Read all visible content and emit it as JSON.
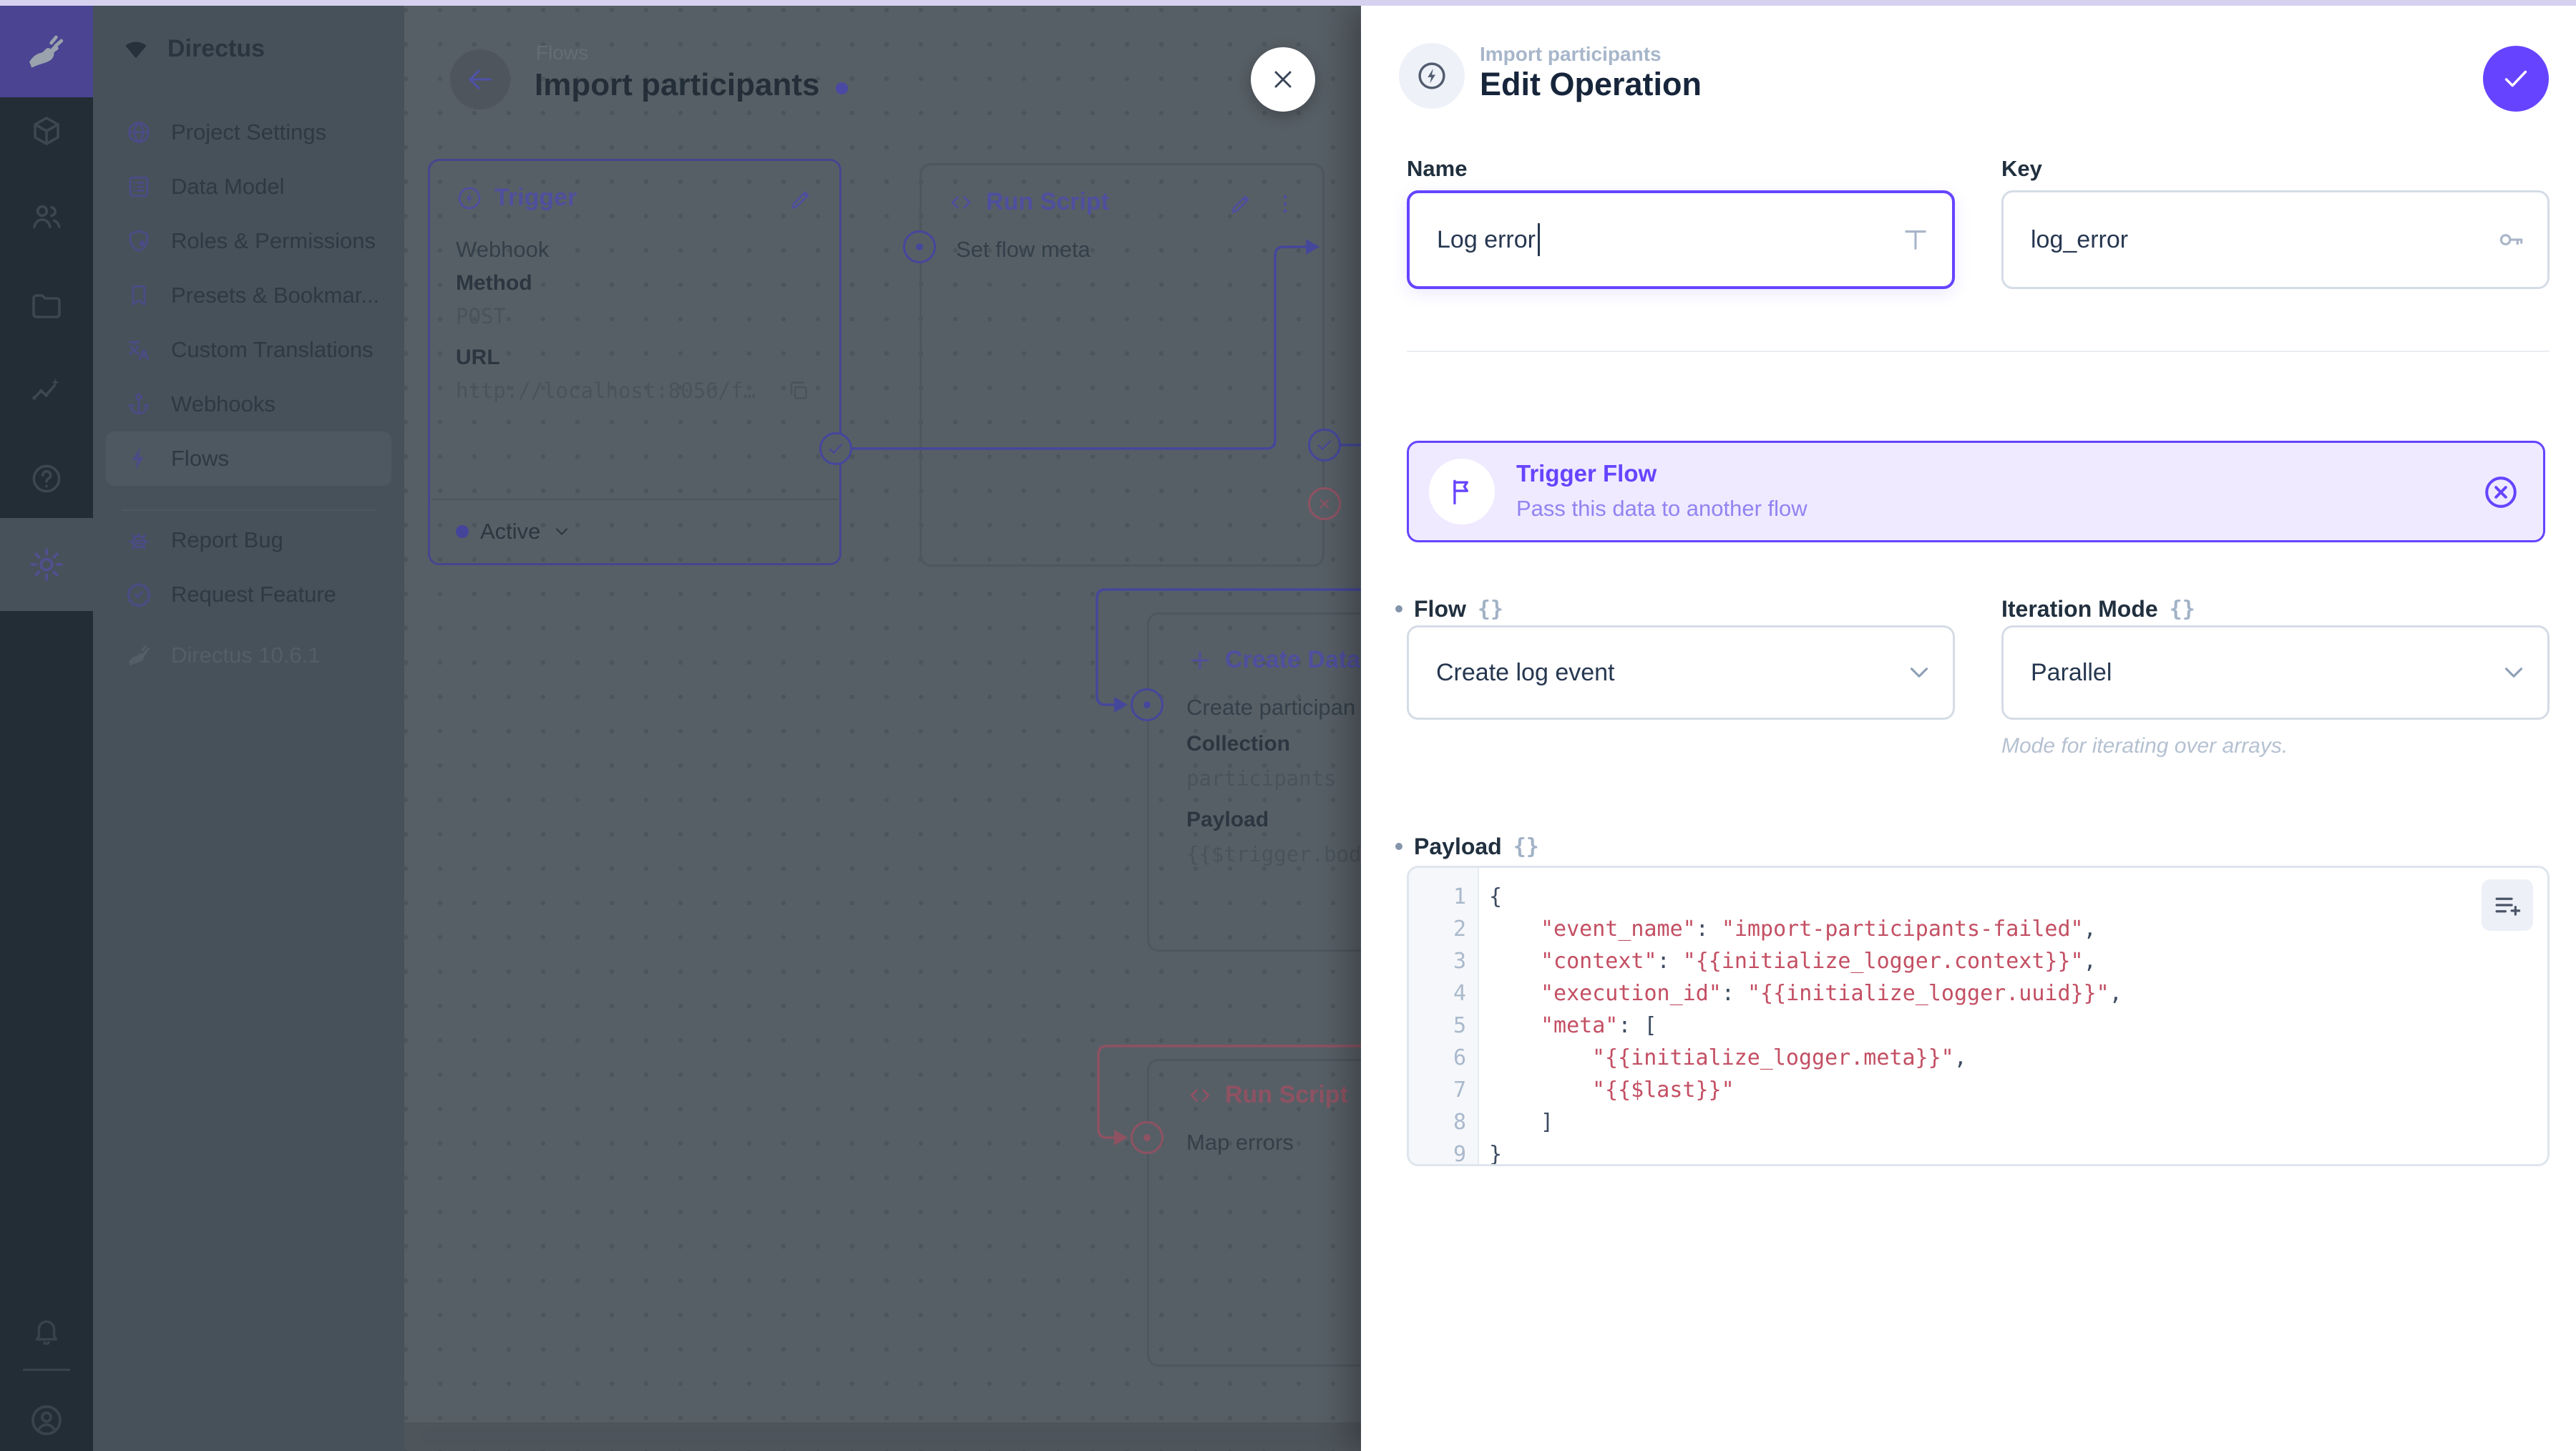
{
  "colors": {
    "accent": "#6644ff",
    "accent_strip": "#d7d1f0",
    "code_string": "#c34f63",
    "resolve_path_dim": "#45479b",
    "reject_path_dim": "#8e5262"
  },
  "module_bar": {
    "logo_icon": "directus-logo-icon",
    "top_icons": [
      "box-icon",
      "people-icon",
      "folder-icon",
      "insights-icon",
      "help-icon"
    ],
    "settings_icon": "gear-icon",
    "bell_icon": "bell-icon",
    "avatar_icon": "user-avatar-icon"
  },
  "sidebar": {
    "project_name": "Directus",
    "status_icon": "wifi-icon",
    "items": [
      {
        "label": "Project Settings",
        "icon": "globe-icon",
        "active": false
      },
      {
        "label": "Data Model",
        "icon": "data-model-icon",
        "active": false
      },
      {
        "label": "Roles & Permissions",
        "icon": "shield-icon",
        "active": false
      },
      {
        "label": "Presets & Bookmar...",
        "icon": "bookmark-icon",
        "active": false
      },
      {
        "label": "Custom Translations",
        "icon": "translate-icon",
        "active": false
      },
      {
        "label": "Webhooks",
        "icon": "anchor-icon",
        "active": false
      },
      {
        "label": "Flows",
        "icon": "bolt-icon",
        "active": true
      }
    ],
    "footer_items": [
      {
        "label": "Report Bug",
        "icon": "bug-icon"
      },
      {
        "label": "Request Feature",
        "icon": "verified-icon"
      }
    ],
    "version": "Directus 10.6.1"
  },
  "canvas": {
    "breadcrumb": "Flows",
    "title": "Import participants",
    "trigger_node": {
      "header": "Trigger",
      "type_label": "Webhook",
      "method_label": "Method",
      "method_value": "POST",
      "url_label": "URL",
      "url_value": "http://localhost:8056/f…",
      "status_label": "Active"
    },
    "run_script_node": {
      "header": "Run Script",
      "name": "Set flow meta"
    },
    "create_data_node": {
      "header": "Create Data",
      "name": "Create participan",
      "collection_label": "Collection",
      "collection_value": "participants",
      "payload_label": "Payload",
      "payload_value": "{{$trigger.bod"
    },
    "error_script_node": {
      "header": "Run Script",
      "name": "Map errors"
    }
  },
  "drawer": {
    "breadcrumb": "Import participants",
    "title": "Edit Operation",
    "name_field": {
      "label": "Name",
      "value": "Log error"
    },
    "key_field": {
      "label": "Key",
      "value": "log_error"
    },
    "banner": {
      "title": "Trigger Flow",
      "subtitle": "Pass this data to another flow"
    },
    "flow_field": {
      "label": "Flow",
      "value": "Create log event",
      "raw_toggle": "{}"
    },
    "iteration_field": {
      "label": "Iteration Mode",
      "value": "Parallel",
      "raw_toggle": "{}",
      "note": "Mode for iterating over arrays."
    },
    "payload_field": {
      "label": "Payload",
      "raw_toggle": "{}",
      "code_lines": [
        {
          "num": "1",
          "indent": 0,
          "segs": [
            {
              "c": "p",
              "t": "{"
            }
          ]
        },
        {
          "num": "2",
          "indent": 1,
          "segs": [
            {
              "c": "s",
              "t": "\"event_name\""
            },
            {
              "c": "p",
              "t": ": "
            },
            {
              "c": "s",
              "t": "\"import-participants-failed\""
            },
            {
              "c": "p",
              "t": ","
            }
          ]
        },
        {
          "num": "3",
          "indent": 1,
          "segs": [
            {
              "c": "s",
              "t": "\"context\""
            },
            {
              "c": "p",
              "t": ": "
            },
            {
              "c": "s",
              "t": "\"{{initialize_logger.context}}\""
            },
            {
              "c": "p",
              "t": ","
            }
          ]
        },
        {
          "num": "4",
          "indent": 1,
          "segs": [
            {
              "c": "s",
              "t": "\"execution_id\""
            },
            {
              "c": "p",
              "t": ": "
            },
            {
              "c": "s",
              "t": "\"{{initialize_logger.uuid}}\""
            },
            {
              "c": "p",
              "t": ","
            }
          ]
        },
        {
          "num": "5",
          "indent": 1,
          "segs": [
            {
              "c": "s",
              "t": "\"meta\""
            },
            {
              "c": "p",
              "t": ": ["
            }
          ]
        },
        {
          "num": "6",
          "indent": 2,
          "segs": [
            {
              "c": "s",
              "t": "\"{{initialize_logger.meta}}\""
            },
            {
              "c": "p",
              "t": ","
            }
          ]
        },
        {
          "num": "7",
          "indent": 2,
          "segs": [
            {
              "c": "s",
              "t": "\"{{$last}}\""
            }
          ]
        },
        {
          "num": "8",
          "indent": 1,
          "segs": [
            {
              "c": "p",
              "t": "]"
            }
          ]
        },
        {
          "num": "9",
          "indent": 0,
          "segs": [
            {
              "c": "p",
              "t": "}"
            }
          ]
        }
      ]
    }
  }
}
